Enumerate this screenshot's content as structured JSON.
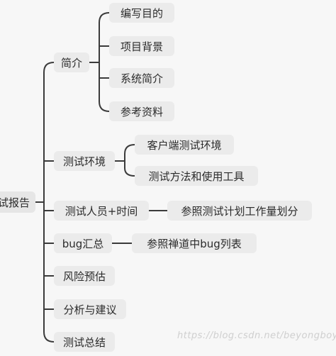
{
  "mindmap": {
    "root": {
      "label": "试报告"
    },
    "branches": [
      {
        "label": "简介",
        "children": [
          "编写目的",
          "项目背景",
          "系统简介",
          "参考资料"
        ]
      },
      {
        "label": "测试环境",
        "children": [
          "客户端测试环境",
          "测试方法和使用工具"
        ]
      },
      {
        "label": "测试人员+时间",
        "children": [
          "参照测试计划工作量划分"
        ]
      },
      {
        "label": "bug汇总",
        "children": [
          "参照禅道中bug列表"
        ]
      },
      {
        "label": "风险预估",
        "children": []
      },
      {
        "label": "分析与建议",
        "children": []
      },
      {
        "label": "测试总结",
        "children": []
      }
    ]
  },
  "watermark": "https://blog.csdn.net/beyongboy",
  "colors": {
    "line": "#3b3b3b",
    "node_bg": "#ebebeb",
    "background": "#f7f7f7"
  }
}
